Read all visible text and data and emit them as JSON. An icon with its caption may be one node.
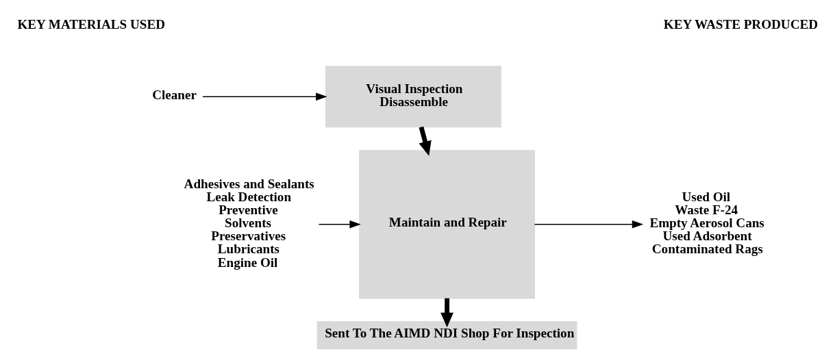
{
  "diagram": {
    "nodes": [
      {
        "text": [
          "Cleaner"
        ]
      },
      {
        "text": [
          "Visual Inspection",
          "Disassemble"
        ]
      },
      {
        "text": [
          "Adhesives and Sealants",
          "Leak Detection",
          "Preventive",
          "Solvents",
          "Preservatives",
          "Lubricants",
          "Engine Oil"
        ]
      },
      {
        "text": [
          "Maintain and Repair"
        ]
      },
      {
        "text": [
          "Used Oil",
          "Waste F-24",
          "Empty Aerosol Cans",
          "Used Adsorbent",
          "Contaminated Rags"
        ]
      },
      {
        "text": [
          "Sent To The AIMD NDI Shop For Inspection"
        ]
      }
    ],
    "edges": [
      {
        "from": 0,
        "to": 1,
        "arrow": "to"
      },
      {
        "from": 1,
        "to": 3,
        "arrow": "to",
        "style": "thick"
      },
      {
        "from": 2,
        "to": 3,
        "arrow": "to"
      },
      {
        "from": 3,
        "to": 4,
        "arrow": "to"
      },
      {
        "from": 3,
        "to": 5,
        "arrow": "to",
        "style": "thick"
      }
    ],
    "labels": [
      "KEY MATERIALS USED",
      "KEY WASTE PRODUCED"
    ]
  }
}
